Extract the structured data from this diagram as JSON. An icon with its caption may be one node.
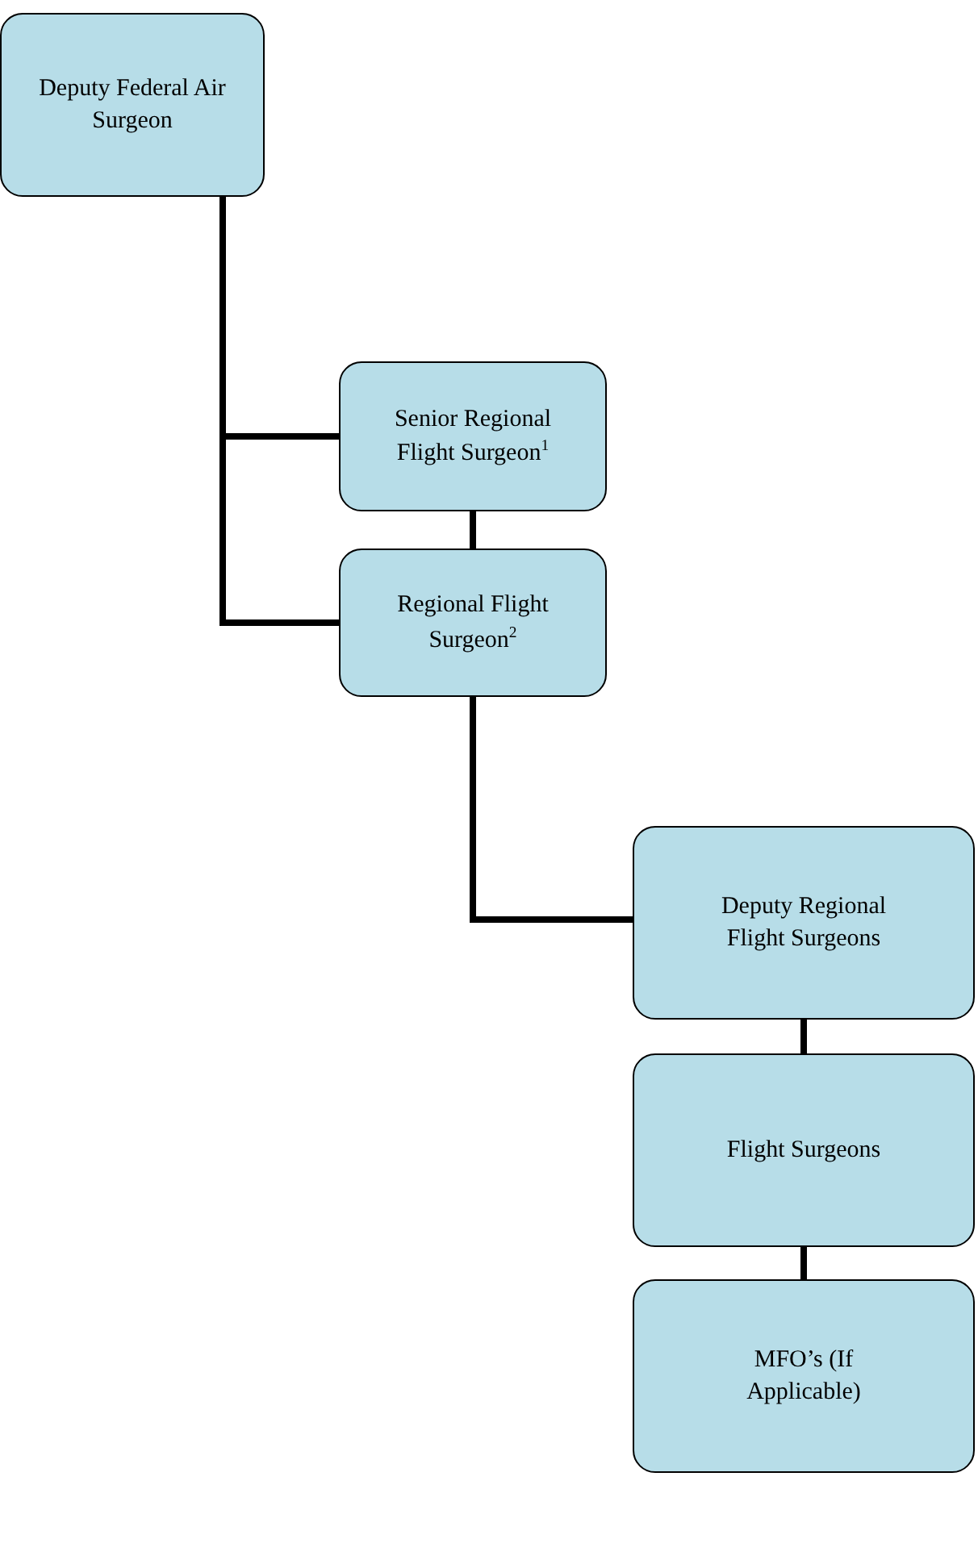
{
  "diagram": {
    "nodes": [
      {
        "text": [
          "Deputy Federal Air Surgeon"
        ]
      },
      {
        "text": [
          "Senior Regional Flight Surgeon$^{1}$"
        ]
      },
      {
        "text": [
          "Regional Flight Surgeon$^{2}$"
        ]
      },
      {
        "text": [
          "Deputy Regional Flight Surgeons"
        ]
      },
      {
        "text": [
          "Flight Surgeons"
        ]
      },
      {
        "text": [
          "MFO’s (If Applicable)"
        ]
      }
    ],
    "edges": [
      {
        "from": 0,
        "to": 1,
        "arrow": "none"
      },
      {
        "from": 0,
        "to": 2,
        "arrow": "none"
      },
      {
        "from": 1,
        "to": 2,
        "arrow": "none"
      },
      {
        "from": 2,
        "to": 3,
        "arrow": "none"
      },
      {
        "from": 3,
        "to": 4,
        "arrow": "none"
      },
      {
        "from": 4,
        "to": 5,
        "arrow": "none"
      }
    ]
  }
}
